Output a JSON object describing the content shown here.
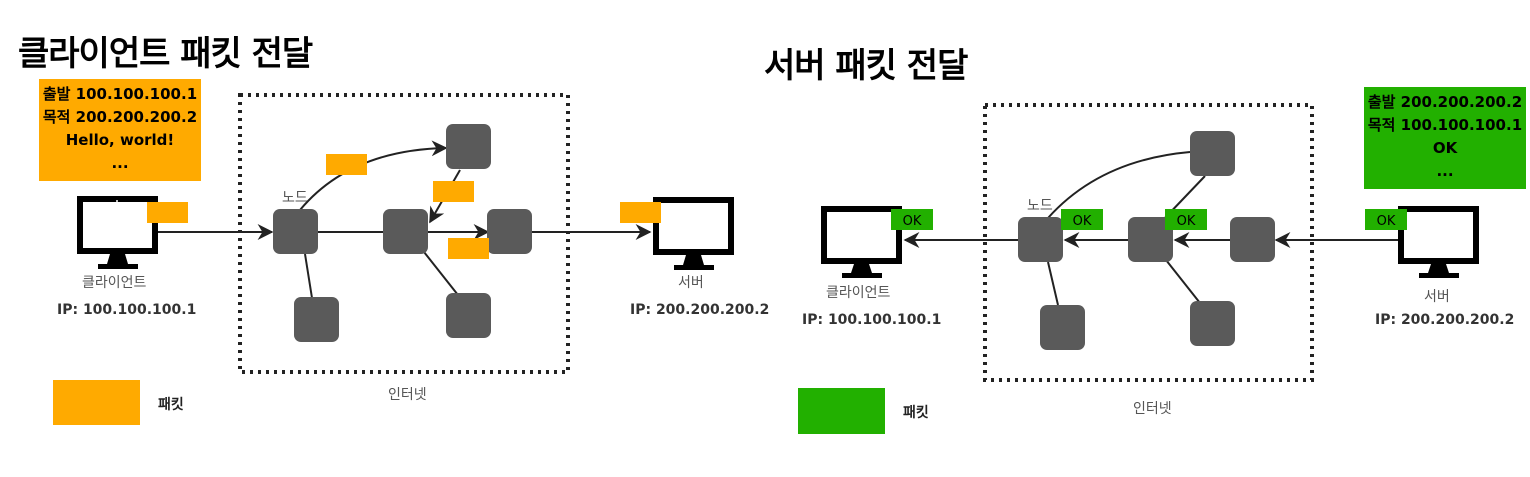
{
  "colors": {
    "packet_client": "#FFAA00",
    "packet_server": "#22B000",
    "node": "#5A5A5A"
  },
  "left": {
    "title": "클라이언트 패킷 전달",
    "packet_info": {
      "line1": "출발 100.100.100.1",
      "line2": "목적 200.200.200.2",
      "line3": "Hello, world!",
      "line4": "..."
    },
    "node_label": "노드",
    "client_label": "클라이언트",
    "client_ip": "IP: 100.100.100.1",
    "server_label": "서버",
    "server_ip": "IP: 200.200.200.2",
    "internet_label": "인터넷",
    "legend_label": "패킷"
  },
  "right": {
    "title": "서버 패킷 전달",
    "packet_info": {
      "line1": "출발 200.200.200.2",
      "line2": "목적 100.100.100.1",
      "line3": "OK",
      "line4": "..."
    },
    "packet_text": "OK",
    "node_label": "노드",
    "client_label": "클라이언트",
    "client_ip": "IP: 100.100.100.1",
    "server_label": "서버",
    "server_ip": "IP: 200.200.200.2",
    "internet_label": "인터넷",
    "legend_label": "패킷"
  }
}
